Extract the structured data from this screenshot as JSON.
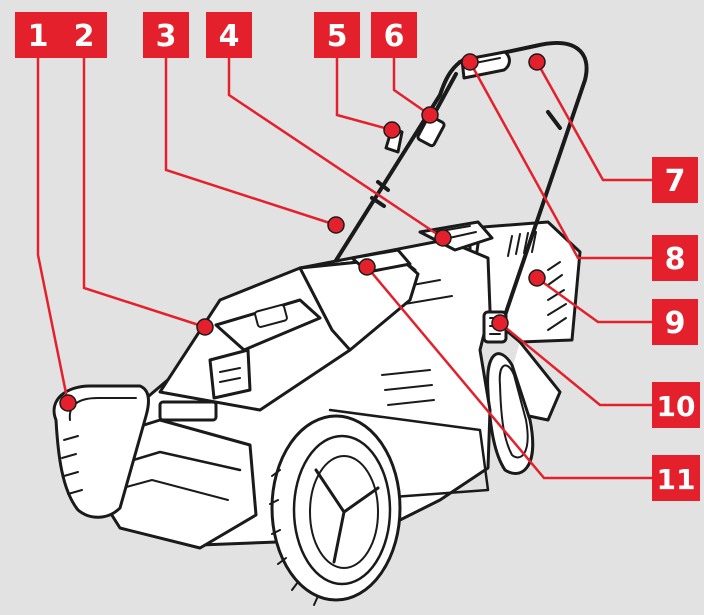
{
  "callouts": [
    {
      "number": "1"
    },
    {
      "number": "2"
    },
    {
      "number": "3"
    },
    {
      "number": "4"
    },
    {
      "number": "5"
    },
    {
      "number": "6"
    },
    {
      "number": "7"
    },
    {
      "number": "8"
    },
    {
      "number": "9"
    },
    {
      "number": "10"
    },
    {
      "number": "11"
    }
  ],
  "colors": {
    "background": "#e2e2e2",
    "accent": "#e3202b",
    "line": "#1a1a1a",
    "body_fill": "#ffffff"
  }
}
